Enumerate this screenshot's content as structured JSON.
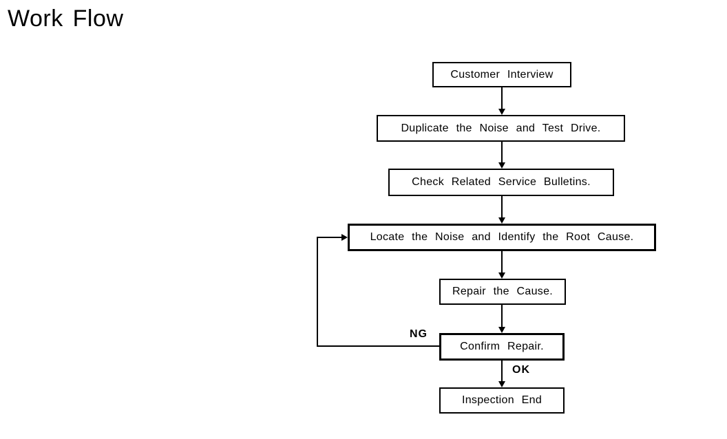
{
  "page": {
    "title": "Work Flow"
  },
  "flowchart": {
    "nodes": [
      {
        "label": "Customer Interview"
      },
      {
        "label": "Duplicate the Noise and Test Drive."
      },
      {
        "label": "Check Related Service Bulletins."
      },
      {
        "label": "Locate the Noise and Identify the Root Cause."
      },
      {
        "label": "Repair the Cause."
      },
      {
        "label": "Confirm Repair."
      },
      {
        "label": "Inspection End"
      }
    ],
    "edge_labels": {
      "fail": "NG",
      "pass": "OK"
    },
    "colors": {
      "ink": "#000000",
      "background": "#ffffff"
    }
  }
}
